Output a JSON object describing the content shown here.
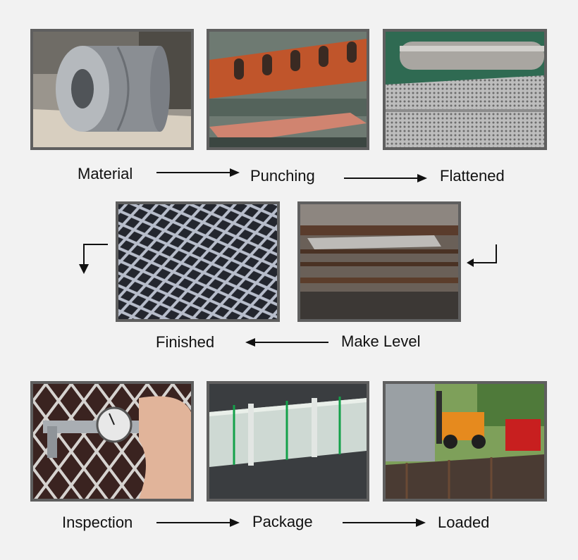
{
  "steps": {
    "material": "Material",
    "punching": "Punching",
    "flattened": "Flattened",
    "finished": "Finished",
    "make_level": "Make Level",
    "inspection": "Inspection",
    "package": "Package",
    "loaded": "Loaded"
  }
}
